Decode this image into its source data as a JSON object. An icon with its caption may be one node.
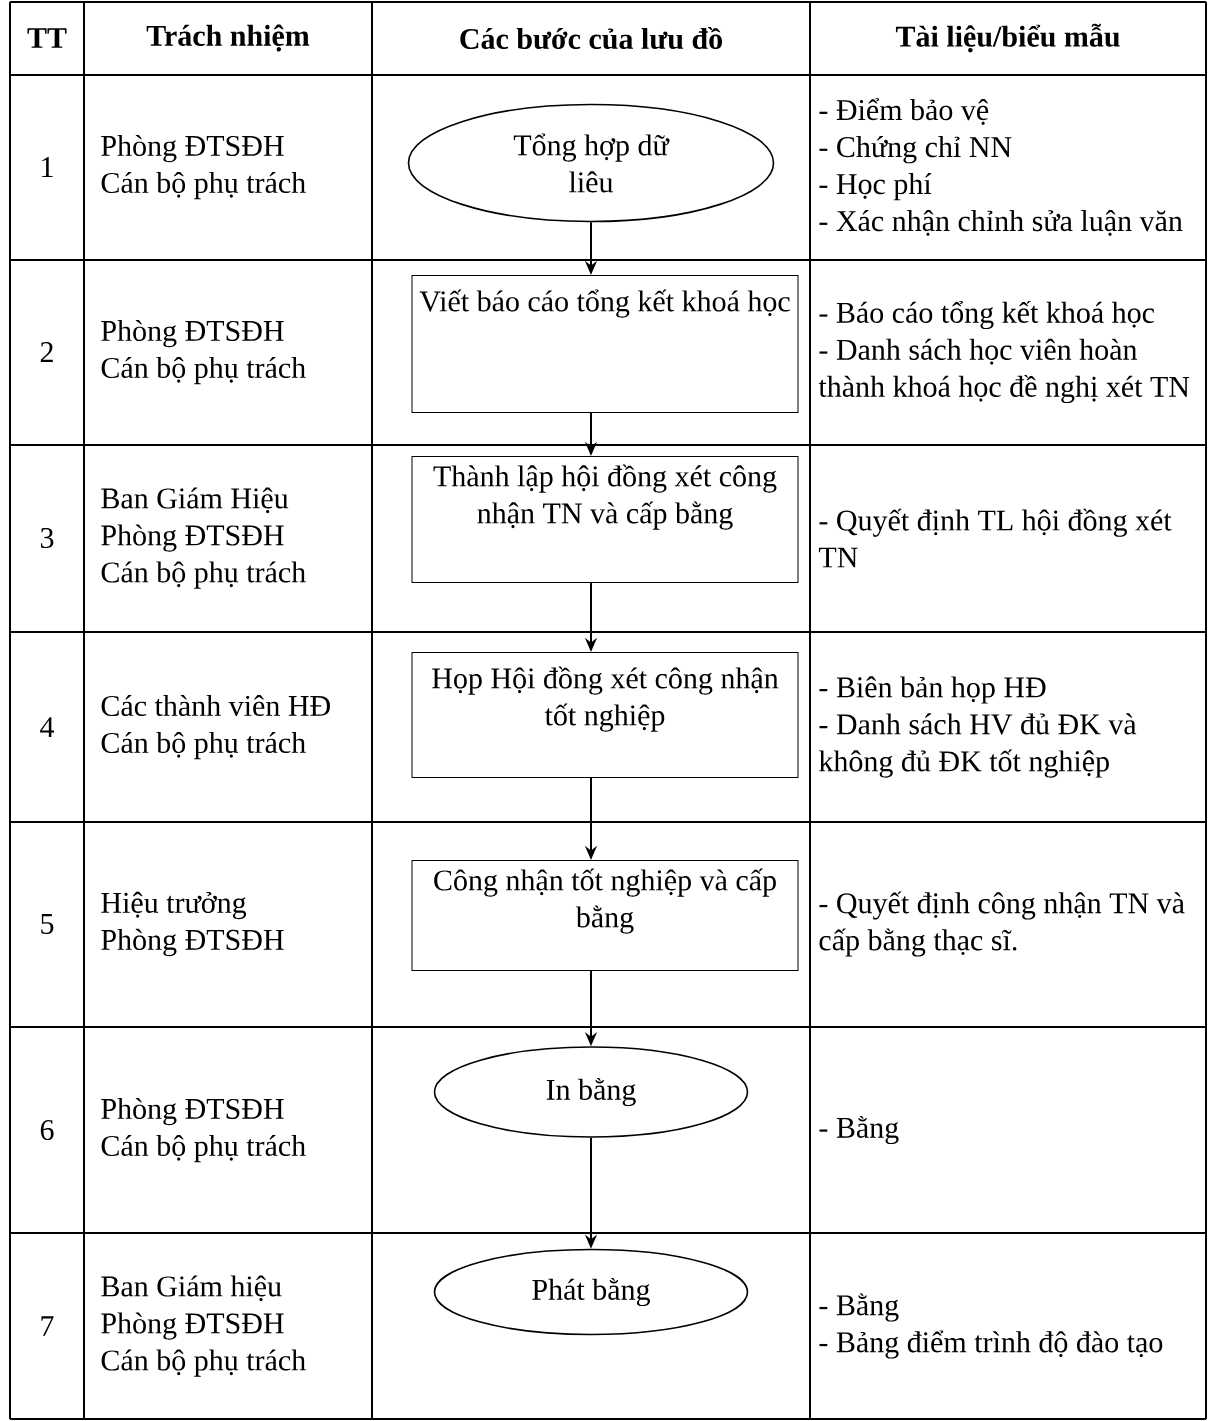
{
  "diagram": {
    "nodes": [
      {
        "text": [
          "Tổng hợp dữ liêu"
        ]
      },
      {
        "text": [
          "Viết báo cáo tổng kết khoá học"
        ]
      },
      {
        "text": [
          "Thành lập hội đồng xét công nhận TN và cấp bằng"
        ]
      },
      {
        "text": [
          "Họp Hội đồng xét công nhận tốt nghiệp"
        ]
      },
      {
        "text": [
          "Công nhận tốt nghiệp và cấp bằng"
        ]
      },
      {
        "text": [
          "In bằng"
        ]
      },
      {
        "text": [
          "Phát bằng"
        ]
      }
    ],
    "edges": [
      {
        "from": 0,
        "to": 1,
        "arrow": "to"
      },
      {
        "from": 1,
        "to": 2,
        "arrow": "to"
      },
      {
        "from": 2,
        "to": 3,
        "arrow": "to"
      },
      {
        "from": 3,
        "to": 4,
        "arrow": "to"
      },
      {
        "from": 4,
        "to": 5,
        "arrow": "to"
      },
      {
        "from": 5,
        "to": 6,
        "arrow": "to"
      }
    ],
    "labels": [
      "TT",
      "Trách nhiệm",
      "Các bước của lưu đồ",
      "Tài liệu/biểu mẫu",
      "1",
      "Phòng ĐTSĐH",
      "Cán bộ phụ trách",
      "- Điểm bảo vệ",
      "- Chứng chỉ NN",
      "- Học phí",
      "- Xác nhận chỉnh sửa luận văn",
      "2",
      "Phòng ĐTSĐH",
      "Cán bộ phụ trách",
      "- Báo cáo tổng kết khoá học",
      "- Danh sách học viên hoàn thành khoá học đề nghị xét TN",
      "3",
      "Ban Giám Hiệu",
      "Phòng ĐTSĐH",
      "Cán bộ phụ trách",
      "- Quyết định TL hội đồng xét TN",
      "4",
      "Các thành viên HĐ",
      "Cán bộ phụ trách",
      "- Biên bản họp HĐ",
      "- Danh sách HV đủ ĐK và không đủ ĐK tốt nghiệp",
      "5",
      "Hiệu trưởng",
      "Phòng ĐTSĐH",
      "- Quyết định công nhận TN và cấp bằng thạc sĩ.",
      "6",
      "Phòng ĐTSĐH",
      "Cán bộ phụ trách",
      "- Bằng",
      "7",
      "Ban Giám hiệu",
      "Phòng ĐTSĐH",
      "Cán bộ phụ trách",
      "- Bằng",
      "- Bảng điểm trình độ đào tạo"
    ]
  }
}
